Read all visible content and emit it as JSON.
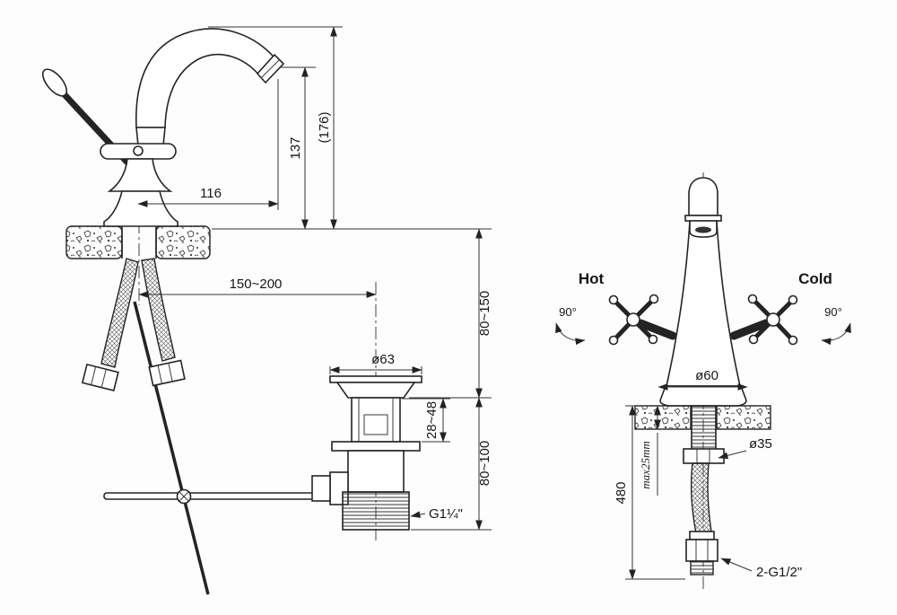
{
  "drawing": {
    "side_view": {
      "spout_reach": "116",
      "spout_height": "137",
      "overall_height": "(176)",
      "drain_offset": "150~200",
      "deck_to_drain": "80~150",
      "drain_flange_dia": "ø63",
      "drain_adjust": "28~48",
      "drain_body_range": "80~100",
      "drain_thread": "G1¼\""
    },
    "front_view": {
      "hot": "Hot",
      "cold": "Cold",
      "rotation_left": "90°",
      "rotation_right": "90°",
      "base_dia": "ø60",
      "shank_dia": "ø35",
      "max_deck_thickness": "max25mm",
      "hose_length": "480",
      "hose_thread": "2-G1/2\""
    }
  }
}
